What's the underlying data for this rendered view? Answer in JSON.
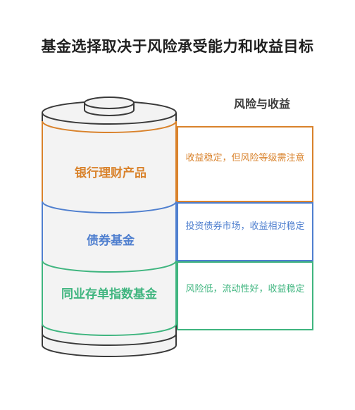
{
  "title": "基金选择取决于风险承受能力和收益目标",
  "column_header": "风险与收益",
  "colors": {
    "orange": "#d9822b",
    "blue": "#4f7fcf",
    "green": "#3fb57f",
    "outline": "#3a3a3a",
    "cylinder_fill": "#f3f3f3"
  },
  "layers": [
    {
      "name": "银行理财产品",
      "description": "收益稳定，但风险等级需注意",
      "color": "#d9822b"
    },
    {
      "name": "债券基金",
      "description": "投资债券市场，收益相对稳定",
      "color": "#4f7fcf"
    },
    {
      "name": "同业存单指数基金",
      "description": "风险低，流动性好，收益稳定",
      "color": "#3fb57f"
    }
  ]
}
